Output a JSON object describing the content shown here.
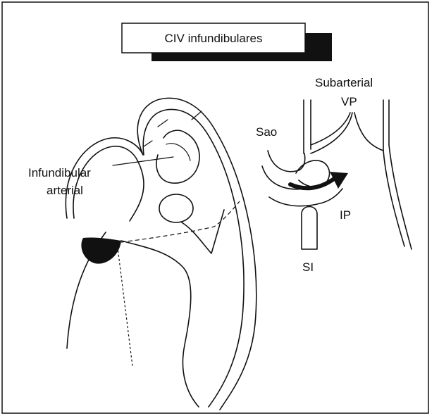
{
  "title": "CIV infundibulares",
  "labels": {
    "infundibular_line1": "Infundibular",
    "infundibular_line2": "arterial",
    "subarterial": "Subarterial",
    "vp": "VP",
    "sao": "Sao",
    "ip": "IP",
    "si": "SI"
  },
  "colors": {
    "stroke": "#111111",
    "fill_dark": "#111111",
    "background": "#ffffff"
  }
}
